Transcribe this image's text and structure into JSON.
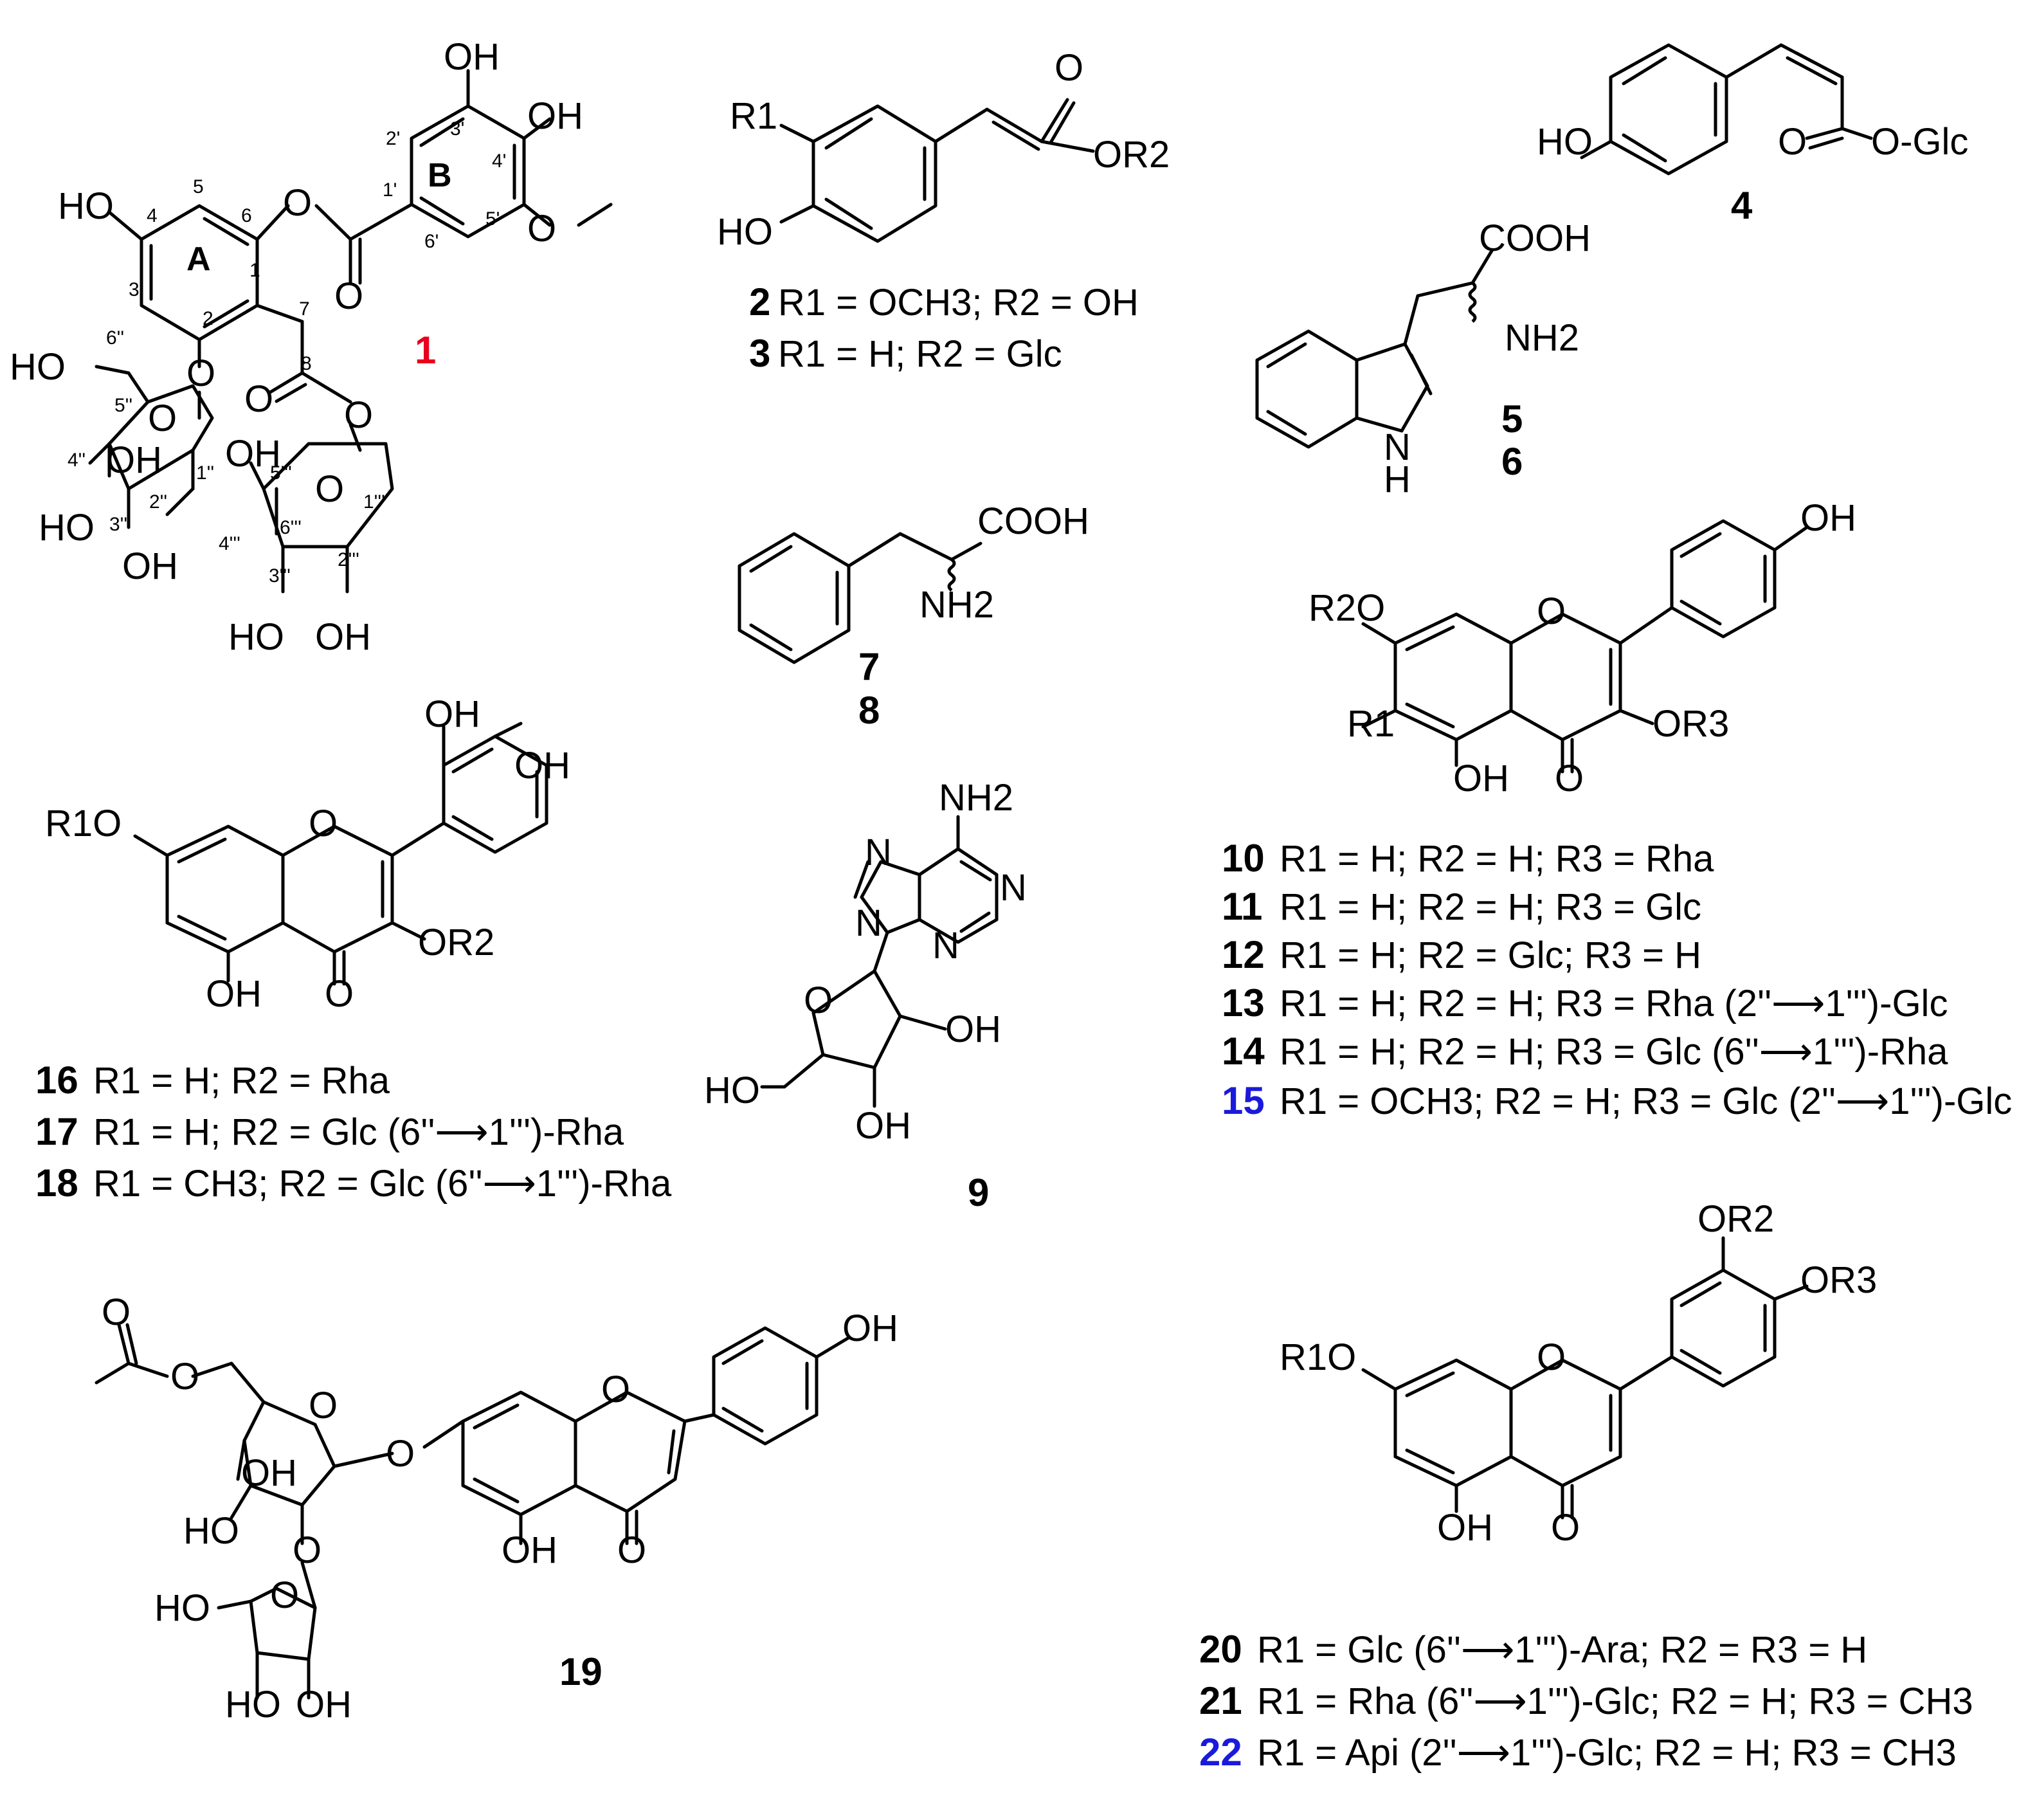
{
  "compounds": {
    "c1": {
      "id": "1",
      "id_color": "#e8001c"
    },
    "c2": {
      "id": "2",
      "text": "R1 = OCH3; R2 = OH"
    },
    "c3": {
      "id": "3",
      "text": "R1 = H; R2 = Glc"
    },
    "c4": {
      "id": "4"
    },
    "c5": {
      "id": "5"
    },
    "c6": {
      "id": "6"
    },
    "c7": {
      "id": "7"
    },
    "c8": {
      "id": "8"
    },
    "c9": {
      "id": "9"
    },
    "c10": {
      "id": "10",
      "text": "R1 = H; R2 = H; R3 = Rha"
    },
    "c11": {
      "id": "11",
      "text": "R1 = H; R2 = H; R3 = Glc"
    },
    "c12": {
      "id": "12",
      "text": "R1 = H; R2 = Glc; R3 = H"
    },
    "c13": {
      "id": "13",
      "text": "R1 = H; R2 = H; R3 = Rha (2''⟶1''')-Glc"
    },
    "c14": {
      "id": "14",
      "text": "R1 = H; R2 = H; R3 = Glc (6''⟶1''')-Rha"
    },
    "c15": {
      "id": "15",
      "text": "R1 = OCH3; R2 = H; R3 = Glc (2''⟶1''')-Glc",
      "id_color": "#1a1adc"
    },
    "c16": {
      "id": "16",
      "text": "R1 = H; R2 = Rha"
    },
    "c17": {
      "id": "17",
      "text": "R1 = H; R2 = Glc (6''⟶1''')-Rha"
    },
    "c18": {
      "id": "18",
      "text": "R1 = CH3; R2 = Glc (6''⟶1''')-Rha"
    },
    "c19": {
      "id": "19"
    },
    "c20": {
      "id": "20",
      "text": "R1 = Glc (6''⟶1''')-Ara; R2 = R3 = H"
    },
    "c21": {
      "id": "21",
      "text": "R1 = Rha (6''⟶1''')-Glc; R2 = H; R3 = CH3"
    },
    "c22": {
      "id": "22",
      "text": "R1 = Api (2''⟶1''')-Glc; R2 = H; R3 = CH3",
      "id_color": "#1a1adc"
    }
  },
  "atoms": {
    "oh": "OH",
    "ho": "HO",
    "o": "O",
    "n": "N",
    "h": "H",
    "nh2": "NH2",
    "cooh": "COOH",
    "or1": "R1O",
    "or2": "R2O",
    "ro2": "OR2",
    "ro3": "OR3",
    "r1": "R1",
    "oglc": "O-Glc"
  },
  "ring_labels": {
    "a": "A",
    "b": "B"
  },
  "numbering": [
    "2'",
    "3'",
    "4'",
    "5'",
    "6'",
    "1'",
    "1",
    "2",
    "3",
    "4",
    "5",
    "6",
    "7",
    "8",
    "1''",
    "2''",
    "3''",
    "4''",
    "5''",
    "6''",
    "1'''",
    "2'''",
    "3'''",
    "4'''",
    "5'''",
    "6'''"
  ]
}
